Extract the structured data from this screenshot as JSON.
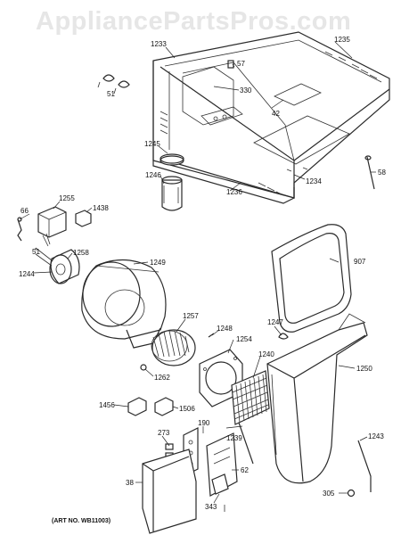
{
  "watermark": "AppliancePartsPros.com",
  "art_number": "(ART NO. WB11003)",
  "labels": {
    "p1233": "1233",
    "p1235": "1235",
    "p57": "57",
    "p51a": "51",
    "p330": "330",
    "p42": "42",
    "p1245": "1245",
    "p1246": "1246",
    "p1236": "1236",
    "p1234": "1234",
    "p58": "58",
    "p1255": "1255",
    "p66": "66",
    "p1438": "1438",
    "p51b": "51",
    "p1258": "1258",
    "p1244": "1244",
    "p1249": "1249",
    "p907": "907",
    "p1257": "1257",
    "p1248": "1248",
    "p1247": "1247",
    "p1254": "1254",
    "p1240": "1240",
    "p1250": "1250",
    "p1262": "1262",
    "p1456": "1456",
    "p1506": "1506",
    "p190": "190",
    "p1239": "1239",
    "p273": "273",
    "p1243": "1243",
    "p38": "38",
    "p62": "62",
    "p343": "343",
    "p305": "305"
  }
}
